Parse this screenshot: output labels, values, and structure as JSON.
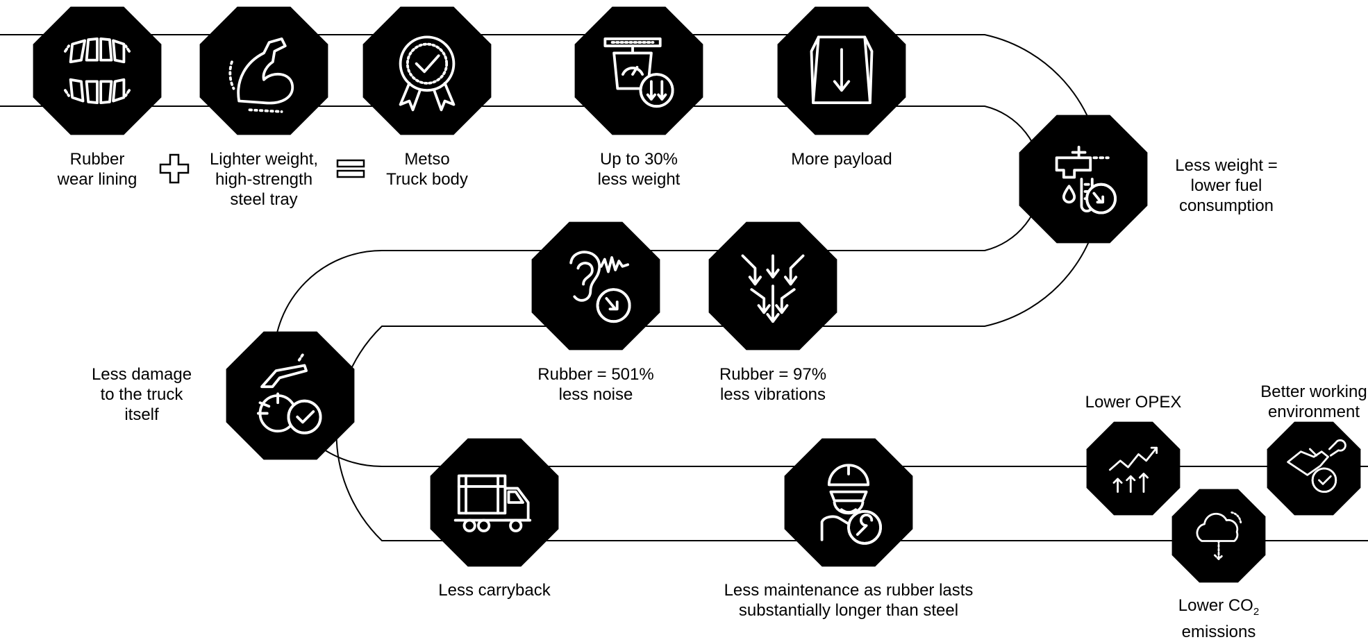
{
  "colors": {
    "ink": "#000000",
    "paper": "#ffffff"
  },
  "steps": [
    {
      "icon": "rubber-wear-lining-icon",
      "lines": [
        "Rubber",
        "wear lining"
      ]
    },
    {
      "icon": "flexed-arm-icon",
      "lines": [
        "Lighter weight,",
        "high-strength",
        "steel tray"
      ]
    },
    {
      "icon": "quality-seal-icon",
      "lines": [
        "Metso",
        "Truck body"
      ]
    },
    {
      "icon": "scale-weight-down-icon",
      "lines": [
        "Up to 30%",
        "less weight"
      ]
    },
    {
      "icon": "truck-bed-payload-icon",
      "lines": [
        "More payload"
      ]
    },
    {
      "icon": "fuel-tap-down-icon",
      "lines": [
        "Less weight =",
        "lower fuel",
        "consumption"
      ]
    },
    {
      "icon": "ear-noise-down-icon",
      "lines": [
        "Rubber = 501%",
        "less noise"
      ]
    },
    {
      "icon": "vibration-arrows-icon",
      "lines": [
        "Rubber = 97%",
        "less vibrations"
      ]
    },
    {
      "icon": "truck-damage-check-icon",
      "lines": [
        "Less damage",
        "to the truck",
        "itself"
      ]
    },
    {
      "icon": "truck-carryback-icon",
      "lines": [
        "Less carryback"
      ]
    },
    {
      "icon": "maintenance-worker-icon",
      "lines": [
        "Less maintenance as rubber lasts",
        "substantially longer than steel"
      ]
    },
    {
      "icon": "opex-chart-icon",
      "lines": [
        "Lower OPEX"
      ]
    },
    {
      "icon": "handshake-check-icon",
      "lines": [
        "Better working",
        "environment"
      ]
    },
    {
      "icon": "cloud-down-icon",
      "lines": [
        "Lower CO",
        "emissions"
      ],
      "subscript": "2"
    }
  ],
  "operators": [
    {
      "icon": "plus-icon"
    },
    {
      "icon": "equals-icon"
    }
  ]
}
